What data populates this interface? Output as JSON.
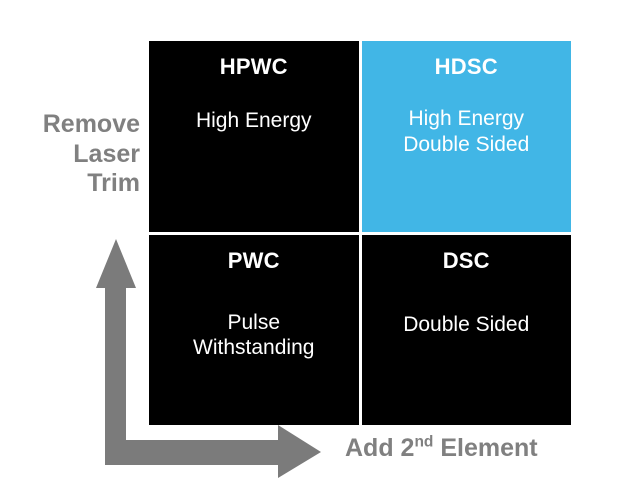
{
  "diagram": {
    "type": "2x2-matrix",
    "background": "#ffffff",
    "colors": {
      "cell_default": "#000000",
      "cell_highlight": "#41b6e6",
      "cell_text": "#ffffff",
      "axis_gray": "#7b7b7b",
      "label_gray": "#808080"
    },
    "axes": {
      "vertical": {
        "label_lines": [
          "Remove",
          "Laser",
          "Trim"
        ],
        "direction": "up"
      },
      "horizontal": {
        "label_prefix": "Add 2",
        "label_superscript": "nd",
        "label_suffix": " Element",
        "direction": "right"
      }
    },
    "quadrants": [
      {
        "key": "hpwc",
        "position": "top-left",
        "title": "HPWC",
        "body_lines": [
          "High Energy"
        ],
        "highlighted": false
      },
      {
        "key": "hdsc",
        "position": "top-right",
        "title": "HDSC",
        "body_lines": [
          "High Energy",
          "Double Sided"
        ],
        "highlighted": true
      },
      {
        "key": "pwc",
        "position": "bottom-left",
        "title": "PWC",
        "body_lines": [
          "Pulse",
          "Withstanding"
        ],
        "highlighted": false
      },
      {
        "key": "dsc",
        "position": "bottom-right",
        "title": "DSC",
        "body_lines": [
          "Double Sided"
        ],
        "highlighted": false
      }
    ]
  }
}
